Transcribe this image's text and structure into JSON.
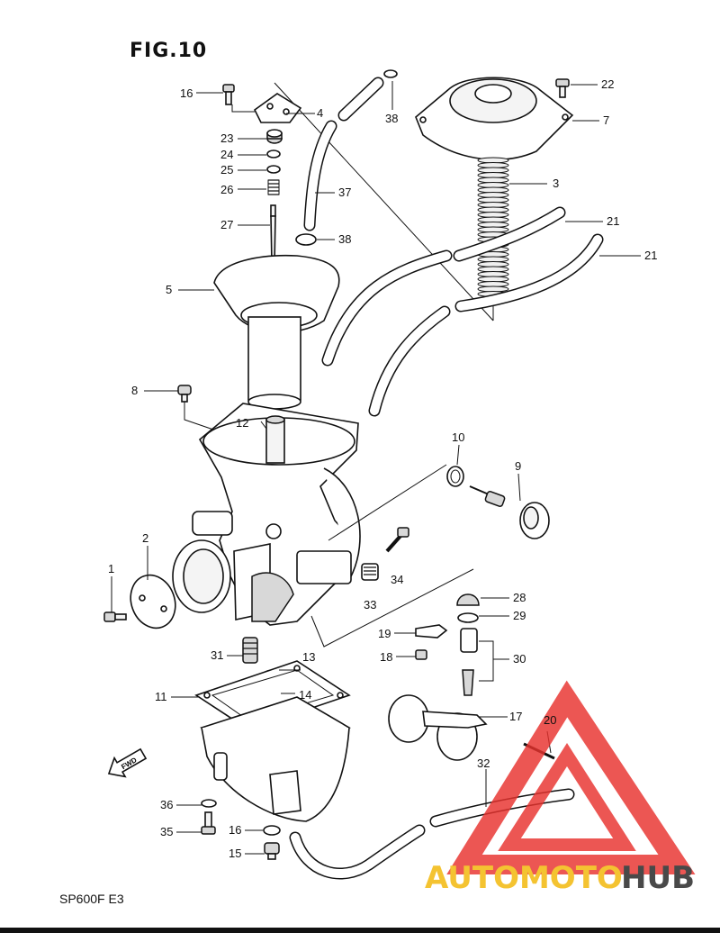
{
  "figure": {
    "title": "FIG.10",
    "model_code": "SP600F E3"
  },
  "callouts": [
    "1",
    "2",
    "3",
    "4",
    "5",
    "7",
    "8",
    "9",
    "10",
    "11",
    "12",
    "13",
    "14",
    "15",
    "16",
    "16",
    "17",
    "18",
    "19",
    "20",
    "21",
    "21",
    "22",
    "23",
    "24",
    "25",
    "26",
    "27",
    "28",
    "29",
    "30",
    "31",
    "32",
    "33",
    "34",
    "35",
    "36",
    "37",
    "38",
    "38"
  ],
  "watermark": {
    "brand_part1": "AUTOMOTO",
    "brand_part2": "HUB",
    "color_primary": "#e8322e",
    "color_secondary": "#f2b705",
    "color_text_dark": "#222222"
  },
  "icons": {
    "fwd_arrow": "fwd-arrow-icon",
    "fwd_label": "FWD"
  }
}
